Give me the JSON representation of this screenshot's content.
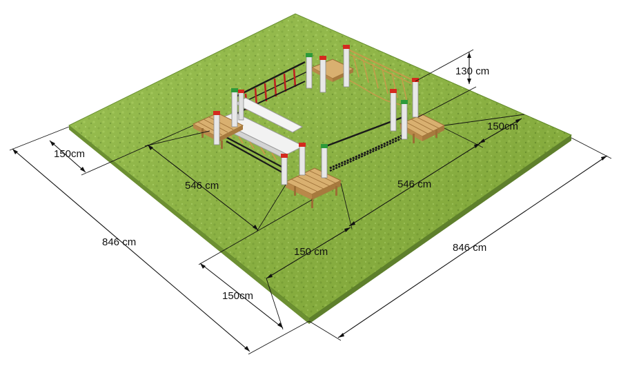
{
  "diagram": {
    "colors": {
      "grass": "#8db83c",
      "grass_edge": "#5f8a24",
      "post": "#e8e8e8",
      "cap_red": "#d42a1f",
      "cap_green": "#2d9a3a",
      "wood": "#d9b070",
      "wood_dark": "#9b6e35",
      "rope": "#c79a4b",
      "chain": "#1a1a1a",
      "dimension": "#111111"
    },
    "dimensions": {
      "height_top": "130 cm",
      "platform_right": "150cm",
      "platform_left": "150cm",
      "span_left": "546 cm",
      "span_right": "546 cm",
      "total_left": "846 cm",
      "total_right": "846 cm",
      "platform_front_inner": "150 cm",
      "platform_front_outer": "150cm"
    }
  }
}
